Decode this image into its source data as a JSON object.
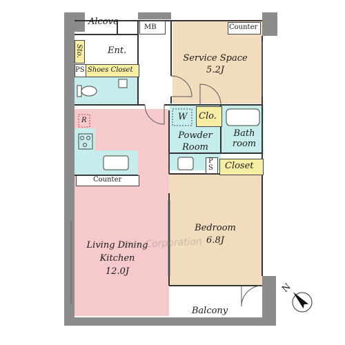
{
  "rooms": {
    "alcove": "Alcove",
    "mb": "MB",
    "counter_top": "Counter",
    "storage": "Sto.",
    "entrance": "Ent.",
    "ps_top": "PS",
    "shoes_closet": "Shoes Closet",
    "service_space": "Service Space",
    "service_space_size": "5.2J",
    "refrigerator": "R",
    "washer": "W",
    "closet_small": "Clo.",
    "powder_room_line1": "Powder",
    "powder_room_line2": "Room",
    "bath_line1": "Bath",
    "bath_line2": "room",
    "ps_mid_1": "P",
    "ps_mid_2": "S",
    "closet": "Closet",
    "counter_kitchen": "Counter",
    "living_line1": "Living Dining",
    "living_line2": "Kitchen",
    "living_size": "12.0J",
    "bedroom": "Bedroom",
    "bedroom_size": "6.8J",
    "balcony": "Balcony"
  },
  "watermark": "Kee Corporation",
  "compass": {
    "label": "N"
  },
  "colors": {
    "wall": "#8c8c8c",
    "living": "#f6c9cd",
    "service": "#f2dcbe",
    "bedroom": "#f2dcbe",
    "wet": "#c7ecec",
    "closet": "#f6eea4"
  }
}
